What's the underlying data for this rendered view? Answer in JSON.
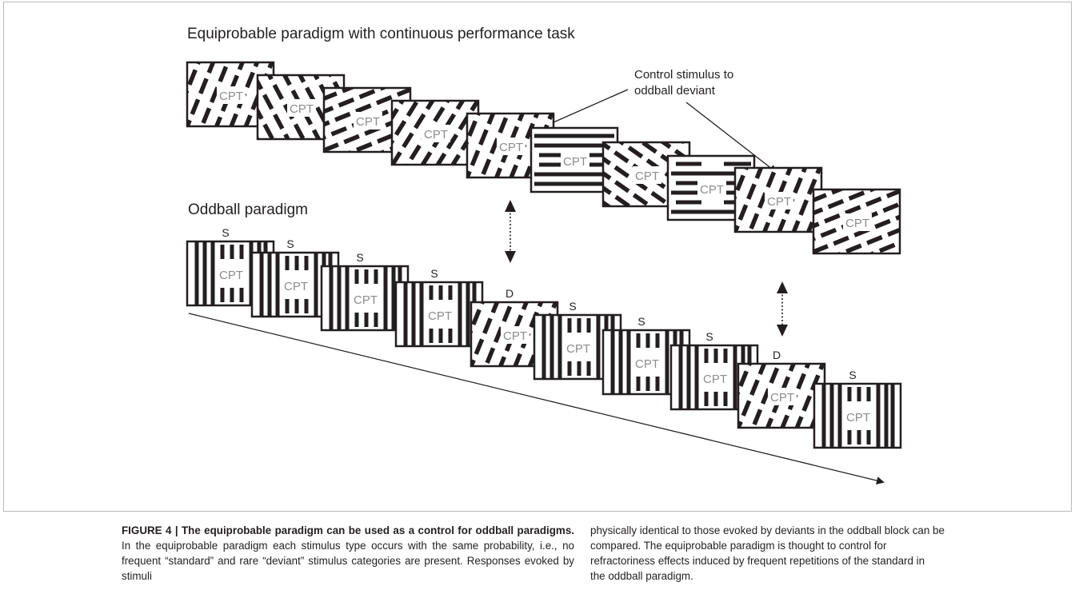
{
  "diagram": {
    "title_top": "Equiprobable paradigm with continuous performance task",
    "title_bottom": "Oddball paradigm",
    "annotation": [
      "Control stimulus to",
      "oddball deviant"
    ],
    "cpt_label": "CPT",
    "equiprobable_sequence": [
      "diag-right",
      "diag-left",
      "diag-left-shallow",
      "diag-right-mixed",
      "diag-right",
      "horizontal",
      "diag-left-mixed",
      "horizontal-mixed",
      "diag-right",
      "diag-left-shallow"
    ],
    "oddball_sequence": [
      {
        "label": "S",
        "pattern": "vertical"
      },
      {
        "label": "S",
        "pattern": "vertical"
      },
      {
        "label": "S",
        "pattern": "vertical"
      },
      {
        "label": "S",
        "pattern": "vertical"
      },
      {
        "label": "D",
        "pattern": "diag-right"
      },
      {
        "label": "S",
        "pattern": "vertical"
      },
      {
        "label": "S",
        "pattern": "vertical"
      },
      {
        "label": "S",
        "pattern": "vertical"
      },
      {
        "label": "D",
        "pattern": "diag-right"
      },
      {
        "label": "S",
        "pattern": "vertical"
      }
    ]
  },
  "caption": {
    "figure_label": "FIGURE 4 | The equiprobable paradigm can be used as a control for oddball paradigms.",
    "left_lines": [
      " In the equiprobable paradigm each stimulus type",
      "occurs with the same probability, i.e., no frequent “standard” and rare",
      "“deviant” stimulus categories are present. Responses evoked by stimuli"
    ],
    "right_lines": [
      "physically identical to those evoked by deviants in the oddball block can be",
      "compared. The equiprobable paradigm is thought to control for",
      "refractoriness effects induced by frequent repetitions of the standard in",
      "the oddball paradigm."
    ]
  }
}
